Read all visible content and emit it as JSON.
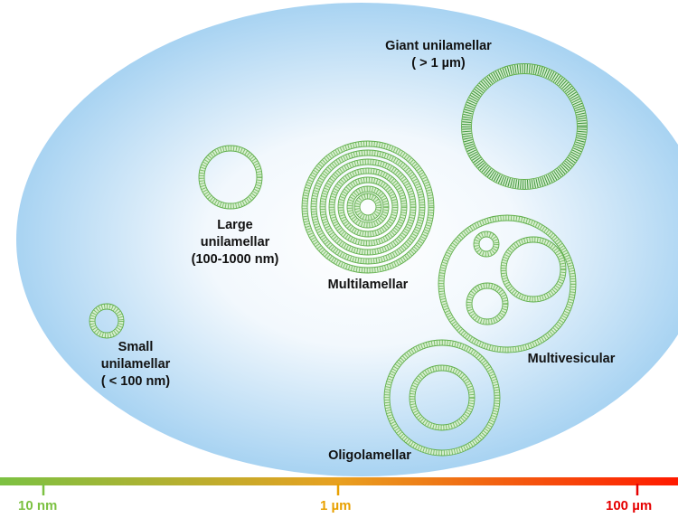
{
  "vesicle_labels": {
    "giant": [
      "Giant unilamellar",
      "( > 1 µm)"
    ],
    "large": [
      "Large",
      "unilamellar",
      "(100-1000 nm)"
    ],
    "multilamellar": "Multilamellar",
    "small": [
      "Small",
      "unilamellar",
      "( < 100 nm)"
    ],
    "multivesicular": "Multivesicular",
    "oligolamellar": "Oligolamellar"
  },
  "scale": {
    "ticks": [
      {
        "label": "10 nm",
        "color": "#7cc142"
      },
      {
        "label": "1 µm",
        "color": "#e8a000"
      },
      {
        "label": "100 µm",
        "color": "#e60000"
      }
    ],
    "gradient": [
      "#7cc142",
      "#e8a020",
      "#ff1a00"
    ]
  },
  "colors": {
    "ellipse_center": "#ffffff",
    "ellipse_edge": "#a8d3f2",
    "membrane_fill": "#d9f0d2",
    "membrane_stroke": "#5fae4a",
    "membrane_lipid": "#2e8b2e"
  }
}
